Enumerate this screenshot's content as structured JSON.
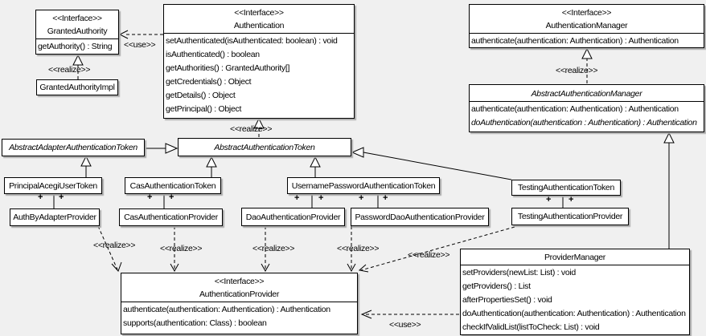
{
  "labels": {
    "use": "<<use>>",
    "realize": "<<realize>>",
    "plus": "+"
  },
  "colors": {
    "background": "#f0f0f0",
    "box_fill": "#ffffff",
    "line": "#000000",
    "shadow": "#aaaaaa"
  },
  "classes": {
    "granted_authority": {
      "stereotype": "<<Interface>>",
      "name": "GrantedAuthority",
      "methods": [
        "getAuthority() : String"
      ]
    },
    "granted_authority_impl": {
      "name": "GrantedAuthorityImpl"
    },
    "authentication": {
      "stereotype": "<<Interface>>",
      "name": "Authentication",
      "methods": [
        "setAuthenticated(isAuthenticated: boolean) : void",
        "isAuthenticated() : boolean",
        "getAuthorities() : GrantedAuthority[]",
        "getCredentials() : Object",
        "getDetails() : Object",
        "getPrincipal() : Object"
      ]
    },
    "authentication_manager": {
      "stereotype": "<<Interface>>",
      "name": "AuthenticationManager",
      "methods": [
        "authenticate(authentication: Authentication) : Authentication"
      ]
    },
    "abstract_authentication_manager": {
      "name": "AbstractAuthenticationManager",
      "methods": [
        "authenticate(authentication: Authentication) : Authentication",
        "doAuthentication(authentication : Authentication) : Authentication"
      ]
    },
    "abstract_adapter_authentication_token": {
      "name": "AbstractAdapterAuthenticationToken"
    },
    "abstract_authentication_token": {
      "name": "AbstractAuthenticationToken"
    },
    "principal_acegi_user_token": {
      "name": "PrincipalAcegiUserToken"
    },
    "cas_authentication_token": {
      "name": "CasAuthenticationToken"
    },
    "username_password_authentication_token": {
      "name": "UsernamePasswordAuthenticationToken"
    },
    "testing_authentication_token": {
      "name": "TestingAuthenticationToken"
    },
    "auth_by_adapter_provider": {
      "name": "AuthByAdapterProvider"
    },
    "cas_authentication_provider": {
      "name": "CasAuthenticationProvider"
    },
    "dao_authentication_provider": {
      "name": "DaoAuthenticationProvider"
    },
    "password_dao_authentication_provider": {
      "name": "PasswordDaoAuthenticationProvider"
    },
    "testing_authentication_provider": {
      "name": "TestingAuthenticationProvider"
    },
    "authentication_provider": {
      "stereotype": "<<Interface>>",
      "name": "AuthenticationProvider",
      "methods": [
        "authenticate(authentication: Authentication) : Authentication",
        "supports(authentication: Class) : boolean"
      ]
    },
    "provider_manager": {
      "name": "ProviderManager",
      "methods": [
        "setProviders(newList: List) : void",
        "getProviders() : List",
        "afterPropertiesSet() : void",
        "doAuthentication(authentication: Authentication) : Authentication",
        "checkIfValidList(listToCheck: List) : void"
      ]
    }
  }
}
